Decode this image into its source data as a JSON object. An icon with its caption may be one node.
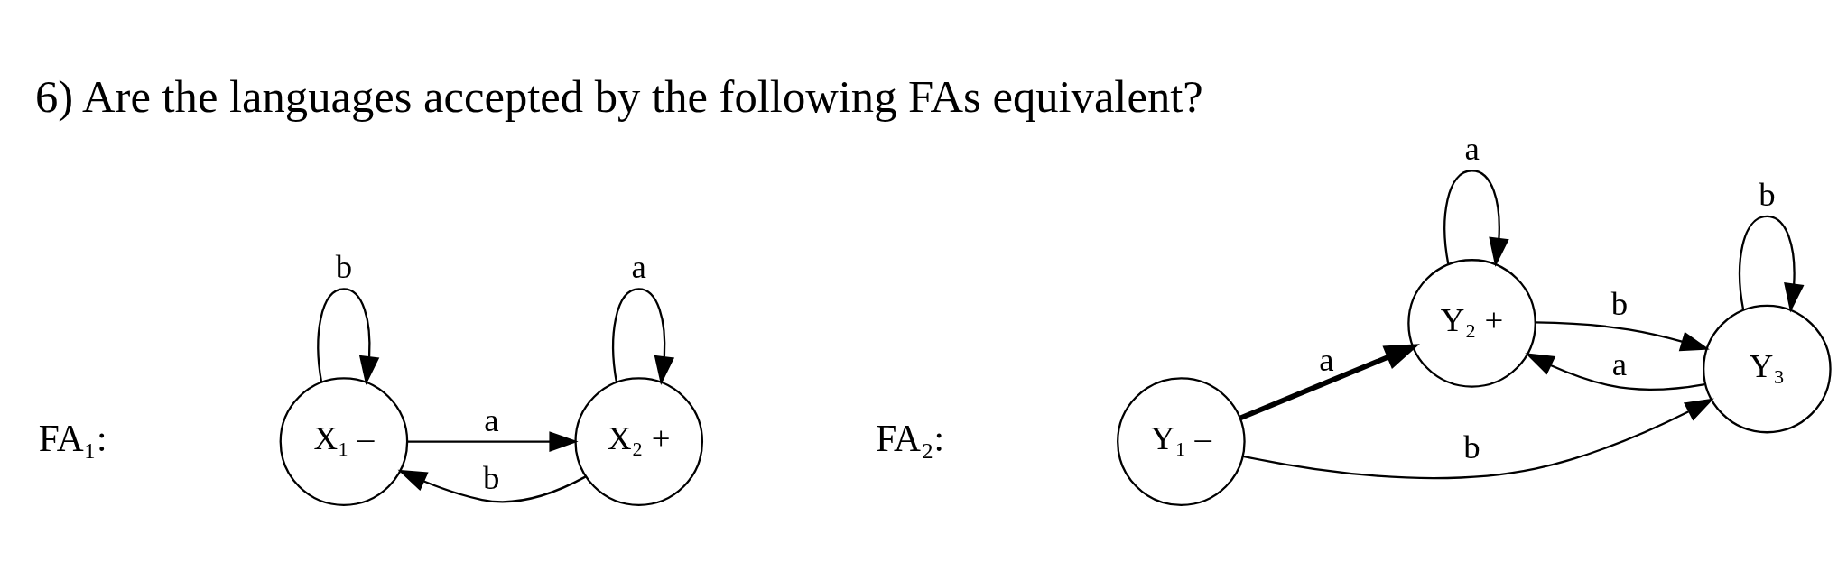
{
  "diagram": {
    "title": "6) Are the languages accepted by the following FAs equivalent?",
    "nodes": [
      {
        "text": [
          "X₁ –"
        ]
      },
      {
        "text": [
          "X₂ +"
        ]
      },
      {
        "text": [
          "Y₁ –"
        ]
      },
      {
        "text": [
          "Y₂ +"
        ]
      },
      {
        "text": [
          "Y₃"
        ]
      }
    ],
    "edges": [
      {
        "from": 0,
        "to": 0,
        "arrow": "to",
        "label": "b"
      },
      {
        "from": 0,
        "to": 1,
        "arrow": "to",
        "label": "a"
      },
      {
        "from": 1,
        "to": 0,
        "arrow": "to",
        "label": "b"
      },
      {
        "from": 1,
        "to": 1,
        "arrow": "to",
        "label": "a"
      },
      {
        "from": 2,
        "to": 4,
        "arrow": "to",
        "label": "b"
      },
      {
        "from": 2,
        "to": 3,
        "arrow": "to",
        "label": "a",
        "style": "thick"
      },
      {
        "from": 3,
        "to": 3,
        "arrow": "to",
        "label": "a"
      },
      {
        "from": 3,
        "to": 4,
        "arrow": "to",
        "label": "b"
      },
      {
        "from": 4,
        "to": 4,
        "arrow": "to",
        "label": "b"
      },
      {
        "from": 4,
        "to": 3,
        "arrow": "to",
        "label": "a"
      }
    ],
    "labels": [
      "FA₁:",
      "FA₂:"
    ]
  }
}
